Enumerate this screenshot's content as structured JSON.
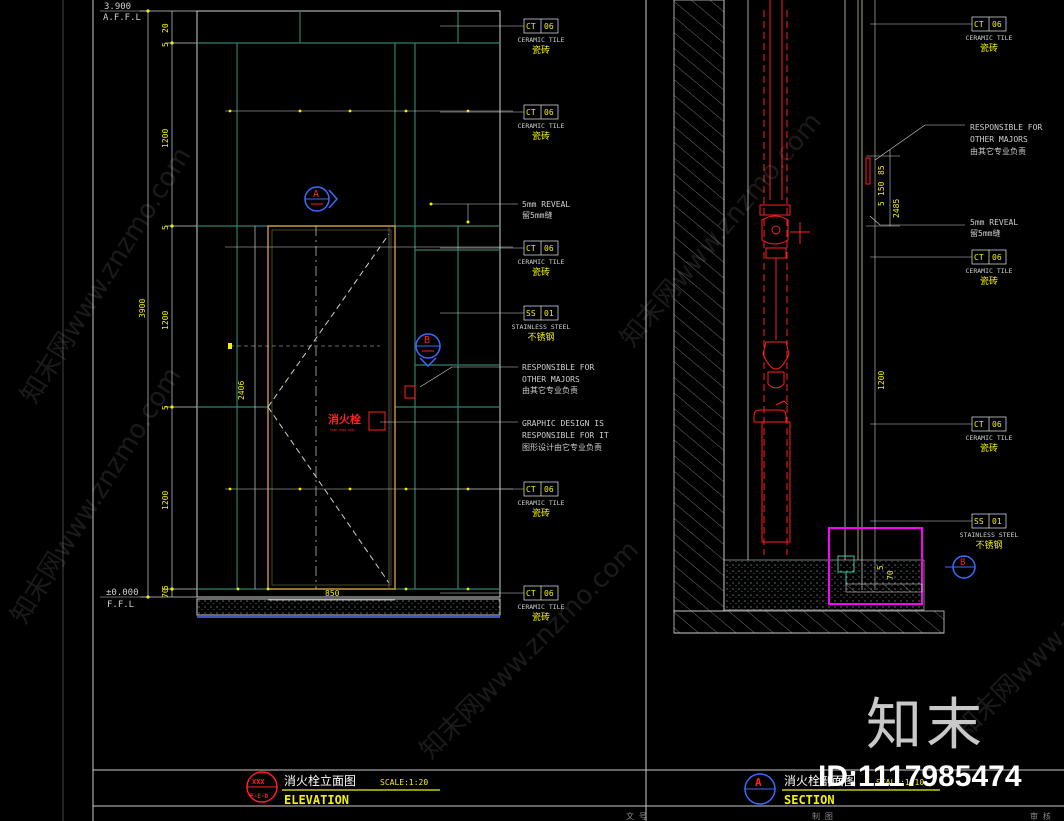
{
  "elevation": {
    "level_top": "3.900",
    "level_top_label": "A.F.F.L",
    "level_bottom": "±0.000",
    "level_bottom_label": "F.F.L",
    "dims_left": [
      "70",
      "5",
      "1200",
      "5",
      "1200",
      "5",
      "1200",
      "5",
      "20"
    ],
    "dim_total": "3900",
    "dim_door_h": "2406",
    "dim_door_w": "850",
    "marker_a": "A",
    "marker_b": "B",
    "cabinet_sign": "消火栓",
    "cabinet_sub": "FIRE HOSE REEL",
    "callouts": [
      {
        "code": "CT",
        "num": "06",
        "en": "CERAMIC TILE",
        "cn": "瓷砖"
      },
      {
        "code": "CT",
        "num": "06",
        "en": "CERAMIC TILE",
        "cn": "瓷砖"
      },
      {
        "code": "CT",
        "num": "06",
        "en": "CERAMIC TILE",
        "cn": "瓷砖"
      },
      {
        "code": "SS",
        "num": "01",
        "en": "STAINLESS STEEL",
        "cn": "不锈钢"
      },
      {
        "code": "CT",
        "num": "06",
        "en": "CERAMIC TILE",
        "cn": "瓷砖"
      },
      {
        "code": "CT",
        "num": "06",
        "en": "CERAMIC TILE",
        "cn": "瓷砖"
      }
    ],
    "reveal_en": "5mm REVEAL",
    "reveal_cn": "留5mm缝",
    "responsible_en1": "RESPONSIBLE FOR",
    "responsible_en2": "OTHER MAJORS",
    "responsible_cn": "由其它专业负责",
    "graphic_en1": "GRAPHIC DESIGN IS",
    "graphic_en2": "RESPONSIBLE FOR IT",
    "graphic_cn": "图形设计由它专业负责",
    "title_badge": "XXX",
    "title_cn": "消火栓立面图",
    "title_en": "ELEVATION",
    "scale": "SCALE:1:20"
  },
  "section": {
    "callouts": [
      {
        "code": "CT",
        "num": "06",
        "en": "CERAMIC TILE",
        "cn": "瓷砖"
      },
      {
        "code": "CT",
        "num": "06",
        "en": "CERAMIC TILE",
        "cn": "瓷砖"
      },
      {
        "code": "CT",
        "num": "06",
        "en": "CERAMIC TILE",
        "cn": "瓷砖"
      },
      {
        "code": "SS",
        "num": "01",
        "en": "STAINLESS STEEL",
        "cn": "不锈钢"
      }
    ],
    "responsible_en1": "RESPONSIBLE FOR",
    "responsible_en2": "OTHER MAJORS",
    "responsible_cn": "由其它专业负责",
    "reveal_en": "5mm REVEAL",
    "reveal_cn": "留5mm缝",
    "dims": [
      "1200",
      "2485",
      "150",
      "5",
      "85",
      "70",
      "5"
    ],
    "marker_b": "B",
    "title_marker": "A",
    "title_cn": "消火栓剖面图",
    "title_en": "SECTION",
    "scale": "SCALE:1:10"
  },
  "watermark_text": "知末网www.znzmo.com",
  "brand": "知末",
  "id_label": "ID:1117985474",
  "footer_text": [
    "文 号",
    "制 图",
    "审 核"
  ],
  "colors": {
    "background": "#000000",
    "cyan": "#00cfd8",
    "yellow": "#f2f200",
    "red": "#ff2020",
    "magenta": "#ff00ff",
    "green": "#2f7f6a",
    "blue": "#5a6cff",
    "white": "#ffffff"
  }
}
